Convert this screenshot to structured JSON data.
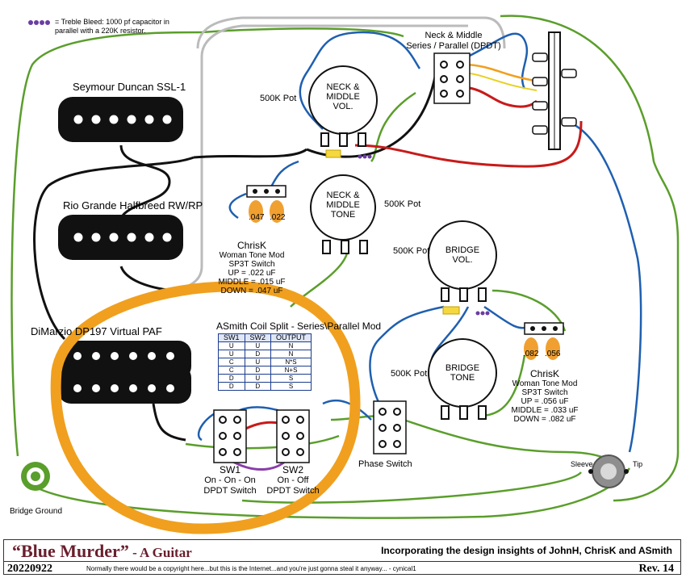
{
  "legend": {
    "swatch_icon": "treble-bleed-swatch",
    "text": "= Treble Bleed: 1000 pf  capacitor in parallel with a 220K resistor."
  },
  "pickups": {
    "neck": "Seymour Duncan SSL-1",
    "middle": "Rio Grande Halfbreed RW/RP",
    "bridge": "DiMarzio DP197 Virtual PAF"
  },
  "pots": {
    "neck_middle_vol": {
      "lines": [
        "NECK &",
        "MIDDLE",
        "VOL."
      ],
      "value": "500K Pot"
    },
    "neck_middle_tone": {
      "lines": [
        "NECK &",
        "MIDDLE",
        "TONE"
      ],
      "value": "500K Pot"
    },
    "bridge_vol": {
      "lines": [
        "BRIDGE",
        "VOL."
      ],
      "value": "500K Pot"
    },
    "bridge_tone": {
      "lines": [
        "BRIDGE",
        "TONE"
      ],
      "value": "500K Pot"
    }
  },
  "dpdt_switch": {
    "line1": "Neck & Middle",
    "line2": "Series / Parallel (DPDT)"
  },
  "tone_mods": {
    "neck": {
      "caps": [
        ".047",
        ".022"
      ],
      "lines": [
        "ChrisK",
        "Woman Tone Mod",
        "SP3T Switch",
        "UP = .022 uF",
        "MIDDLE = .015 uF",
        "DOWN = .047 uF"
      ]
    },
    "bridge": {
      "caps": [
        ".082",
        ".056"
      ],
      "lines": [
        "ChrisK",
        "Woman Tone Mod",
        "SP3T Switch",
        "UP = .056 uF",
        "MIDDLE = .033 uF",
        "DOWN = .082 uF"
      ]
    }
  },
  "coil_split": {
    "title": "ASmith Coil Split - Series\\Parallel Mod",
    "headers": [
      "SW1",
      "SW2",
      "OUTPUT"
    ],
    "rows": [
      [
        "U",
        "U",
        "N"
      ],
      [
        "U",
        "D",
        "N"
      ],
      [
        "C",
        "U",
        "N*S"
      ],
      [
        "C",
        "D",
        "N+S"
      ],
      [
        "D",
        "U",
        "S"
      ],
      [
        "D",
        "D",
        "S"
      ]
    ],
    "sw1": [
      "SW1",
      "On - On - On",
      "DPDT Switch"
    ],
    "sw2": [
      "SW2",
      "On - Off",
      "DPDT Switch"
    ]
  },
  "phase_switch": "Phase Switch",
  "jack": {
    "sleeve": "Sleeve",
    "tip": "Tip"
  },
  "bridge_ground": "Bridge Ground",
  "colors": {
    "green": "#5a9e2b",
    "blue": "#1f5fb0",
    "red": "#c81a1a",
    "orange_highlight": "#f0a01e",
    "cap_orange": "#f0a030",
    "purple": "#8a3da8",
    "title_maroon": "#6a1e2c"
  },
  "footer": {
    "title": "“Blue Murder”",
    "subtitle": " - A Guitar",
    "credits": "Incorporating the design insights of JohnH, ChrisK and ASmith",
    "date": "20220922",
    "note": "Normally there would be a copyright here...but this is the Internet...and you're just gonna steal it anyway...  - cynical1",
    "revision": "Rev. 14"
  }
}
